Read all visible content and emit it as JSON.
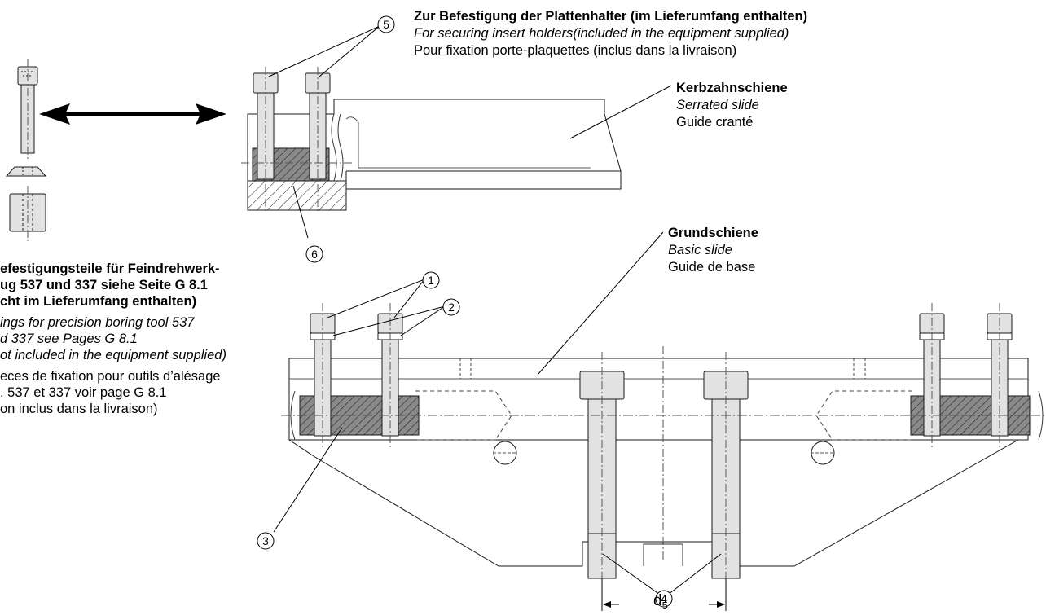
{
  "top_caption": {
    "de": "Zur Befestigung der Plattenhalter (im Lieferumfang enthalten)",
    "en": "For securing insert holders(included in the equipment supplied)",
    "fr": "Pour fixation porte-plaquettes  (inclus dans la livraison)"
  },
  "serrated_slide": {
    "de": "Kerbzahnschiene",
    "en": "Serrated slide",
    "fr": "Guide cranté"
  },
  "basic_slide": {
    "de": "Grundschiene",
    "en": "Basic slide",
    "fr": "Guide de base"
  },
  "left_caption": {
    "de_1": "efestigungsteile für Feindrehwerk-",
    "de_2": "ug 537 und 337 siehe Seite G 8.1",
    "de_3": "cht im Lieferumfang enthalten)",
    "en_1": "ings for precision boring tool 537",
    "en_2": "d 337 see Pages G 8.1",
    "en_3": "ot included in the equipment supplied)",
    "fr_1": "eces de fixation pour outils d’alésage",
    "fr_2": ". 537 et 337 voir page G 8.1",
    "fr_3": "on inclus dans la livraison)"
  },
  "callouts": {
    "c1": "1",
    "c2": "2",
    "c3": "3",
    "c4": "4",
    "c5": "5",
    "c6": "6"
  },
  "dimension": {
    "base": "d",
    "sub": "5"
  }
}
